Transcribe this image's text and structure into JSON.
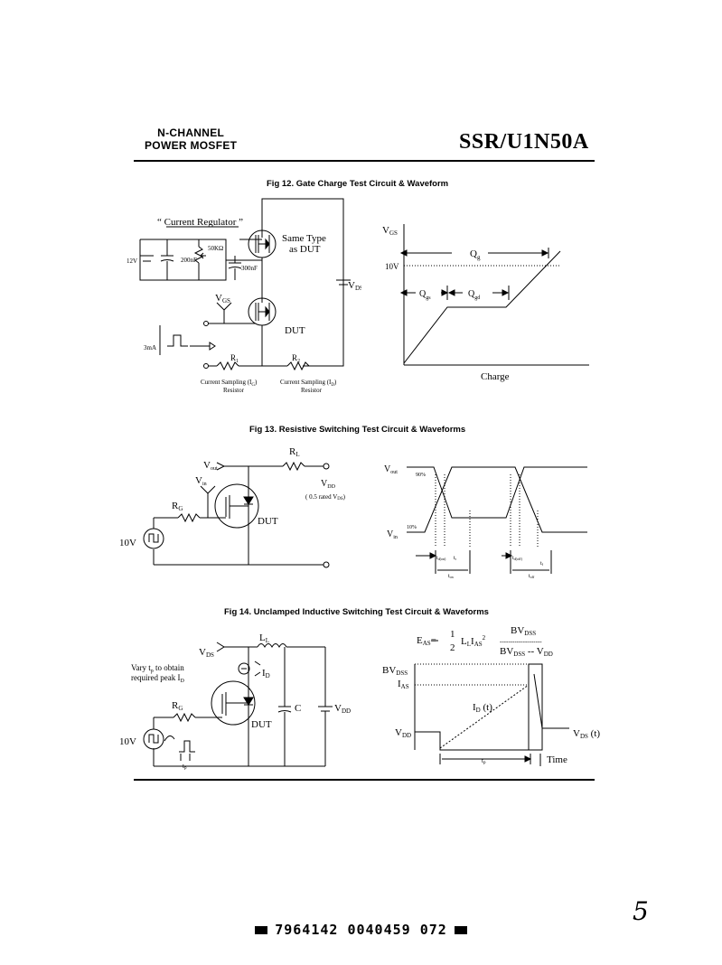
{
  "header": {
    "line1": "N-CHANNEL",
    "line2": "POWER MOSFET",
    "part_number": "SSR/U1N50A"
  },
  "fig12": {
    "title": "Fig 12.  Gate Charge Test Circuit  &  Waveform",
    "current_regulator": "“ Current Regulator ”",
    "r_50k": "50KΩ",
    "v12": "12V",
    "c200": "200nF",
    "c300": "300nF",
    "same_type_1": "Same Type",
    "same_type_2": "as DUT",
    "vgs": "V",
    "vgs_sub": "GS",
    "vds": "V",
    "vds_sub": "DS",
    "dut": "DUT",
    "i3ma": "3mA",
    "r1": "R",
    "r1_sub": "1",
    "r2": "R",
    "r2_sub": "2",
    "cs_ig_1": "Current Sampling (I",
    "cs_ig_sub": "G",
    "cs_ig_2": ")",
    "cs_ig_3": "Resistor",
    "cs_id_1": "Current Sampling (I",
    "cs_id_sub": "D",
    "cs_id_2": ")",
    "cs_id_3": "Resistor",
    "wave_vgs": "V",
    "wave_vgs_sub": "GS",
    "wave_10v": "10V",
    "qg": "Q",
    "qg_sub": "g",
    "qgs": "Q",
    "qgs_sub": "gs",
    "qgd": "Q",
    "qgd_sub": "gd",
    "charge": "Charge"
  },
  "fig13": {
    "title": "Fig 13.  Resistive Switching Test Circuit  &  Waveforms",
    "rl": "R",
    "rl_sub": "L",
    "vout": "V",
    "vout_sub": "out",
    "vin": "V",
    "vin_sub": "in",
    "vdd": "V",
    "vdd_sub": "DD",
    "vdd_note": "( 0.5 rated V",
    "vdd_note_sub": "DS",
    "vdd_note_end": ")",
    "rg": "R",
    "rg_sub": "G",
    "dut": "DUT",
    "v10": "10V",
    "w_vout": "V",
    "w_vout_sub": "out",
    "p90": "90%",
    "p10": "10%",
    "w_vin": "V",
    "w_vin_sub": "in",
    "td_on": "t",
    "td_on_sub": "d(on)",
    "tr": "t",
    "tr_sub": "r",
    "t_on": "t",
    "t_on_sub": "on",
    "td_off": "t",
    "td_off_sub": "d(off)",
    "tf": "t",
    "tf_sub": "f",
    "t_off": "t",
    "t_off_sub": "off"
  },
  "fig14": {
    "title": "Fig 14.  Unclamped Inductive Switching Test Circuit  &  Waveforms",
    "eq_e": "E",
    "eq_e_sub": "AS",
    "eq_eq": "=",
    "eq_num": "1",
    "eq_den": "2",
    "eq_l": "L",
    "eq_l_sub": "L",
    "eq_i": "I",
    "eq_i_sub": "AS",
    "eq_sq": "2",
    "eq_dashes": "--------------------",
    "eq_top": "BV",
    "eq_top_sub": "DSS",
    "eq_bot": "BV",
    "eq_bot_sub": "DSS",
    "eq_bot_mid": " -- V",
    "eq_bot_sub2": "DD",
    "ll": "L",
    "ll_sub": "L",
    "vds": "V",
    "vds_sub": "DS",
    "vary_1": "Vary t",
    "vary_sub": "p",
    "vary_2": " to obtain",
    "vary_3": "required peak I",
    "vary_sub2": "D",
    "id": "I",
    "id_sub": "D",
    "rg": "R",
    "rg_sub": "G",
    "c": "C",
    "vdd": "V",
    "vdd_sub": "DD",
    "dut": "DUT",
    "v10": "10V",
    "tp": "t",
    "tp_sub": "p",
    "w_bvdss": "BV",
    "w_bvdss_sub": "DSS",
    "w_ias": "I",
    "w_ias_sub": "AS",
    "w_vdd": "V",
    "w_vdd_sub": "DD",
    "w_idt": "I",
    "w_idt_sub": "D",
    "w_idt_end": " (t)",
    "w_vdst": "V",
    "w_vdst_sub": "DS",
    "w_vdst_end": " (t)",
    "w_tp": "t",
    "w_tp_sub": "p",
    "time": "Time"
  },
  "footer": {
    "code": "7964142 0040459 072",
    "page_mark": "5"
  }
}
